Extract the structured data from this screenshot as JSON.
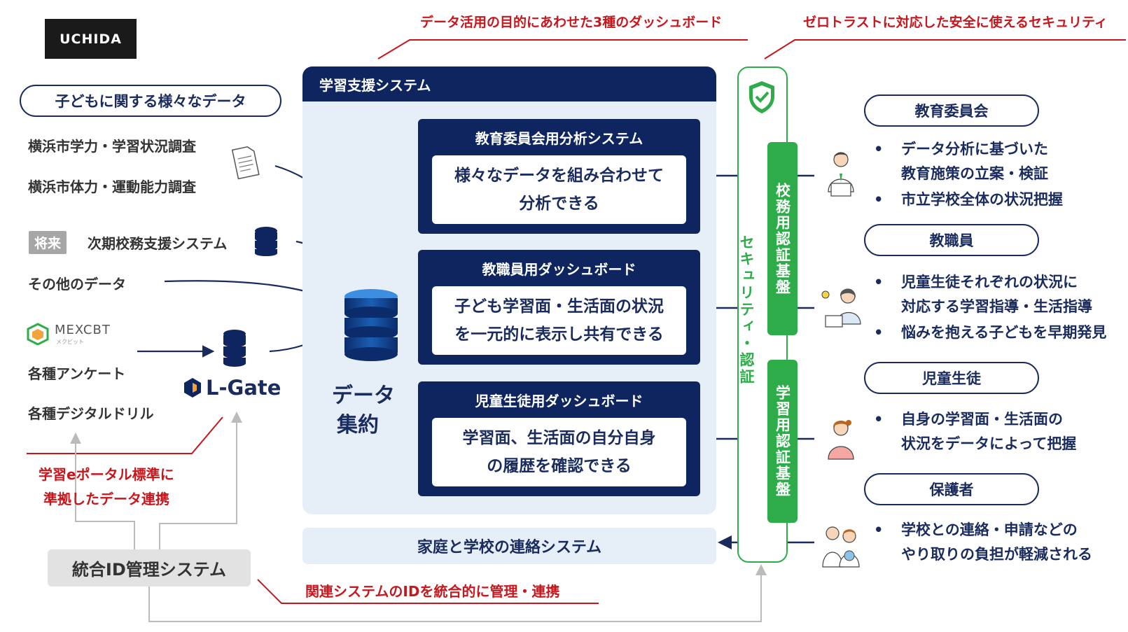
{
  "logo": "UCHIDA",
  "captions": {
    "top_middle": "データ活用の目的にあわせた3種のダッシュボード",
    "top_right": "ゼロトラストに対応した安全に使えるセキュリティ",
    "left_portal": [
      "学習eポータル標準に",
      "準拠したデータ連携"
    ],
    "bottom": "関連システムのIDを統合的に管理・連携"
  },
  "left": {
    "header": "子どもに関する様々なデータ",
    "items": [
      "横浜市学力・学習状況調査",
      "横浜市体力・運動能力調査"
    ],
    "future_tag": "将来",
    "future_item": "次期校務支援システム",
    "other": "その他のデータ",
    "mexcbt": "MEXCBT",
    "mexcbt_sub": "メクビット",
    "survey": "各種アンケート",
    "drill": "各種デジタルドリル",
    "lgate": "L-Gate",
    "id_system": "統合ID管理システム"
  },
  "center": {
    "panel_title": "学習支援システム",
    "data_hub": [
      "データ",
      "集約"
    ],
    "dashboards": [
      {
        "title": "教育委員会用分析システム",
        "lines": [
          "様々なデータを組み合わせて",
          "分析できる"
        ]
      },
      {
        "title": "教職員用ダッシュボード",
        "lines": [
          "子ども学習面・生活面の状況",
          "を一元的に表示し共有できる"
        ]
      },
      {
        "title": "児童生徒用ダッシュボード",
        "lines": [
          "学習面、生活面の自分自身",
          "の履歴を確認できる"
        ]
      }
    ],
    "home_school": "家庭と学校の連絡システム"
  },
  "security": {
    "label": "セキュリティ・認証",
    "admin_auth": "校務用認証基盤",
    "learn_auth": "学習用認証基盤"
  },
  "right": {
    "groups": [
      {
        "title": "教育委員会",
        "bullets": [
          [
            "データ分析に基づいた",
            "教育施策の立案・検証"
          ],
          [
            "市立学校全体の状況把握"
          ]
        ]
      },
      {
        "title": "教職員",
        "bullets": [
          [
            "児童生徒それぞれの状況に",
            "対応する学習指導・生活指導"
          ],
          [
            "悩みを抱える子どもを早期発見"
          ]
        ]
      },
      {
        "title": "児童生徒",
        "bullets": [
          [
            "自身の学習面・生活面の",
            "状況をデータによって把握"
          ]
        ]
      },
      {
        "title": "保護者",
        "bullets": [
          [
            "学校との連絡・申請などの",
            "やり取りの負担が軽減される"
          ]
        ]
      }
    ]
  },
  "colors": {
    "navy": "#0e2560",
    "green": "#2dac49",
    "red": "#c8161d",
    "panel": "#e6eef8"
  }
}
